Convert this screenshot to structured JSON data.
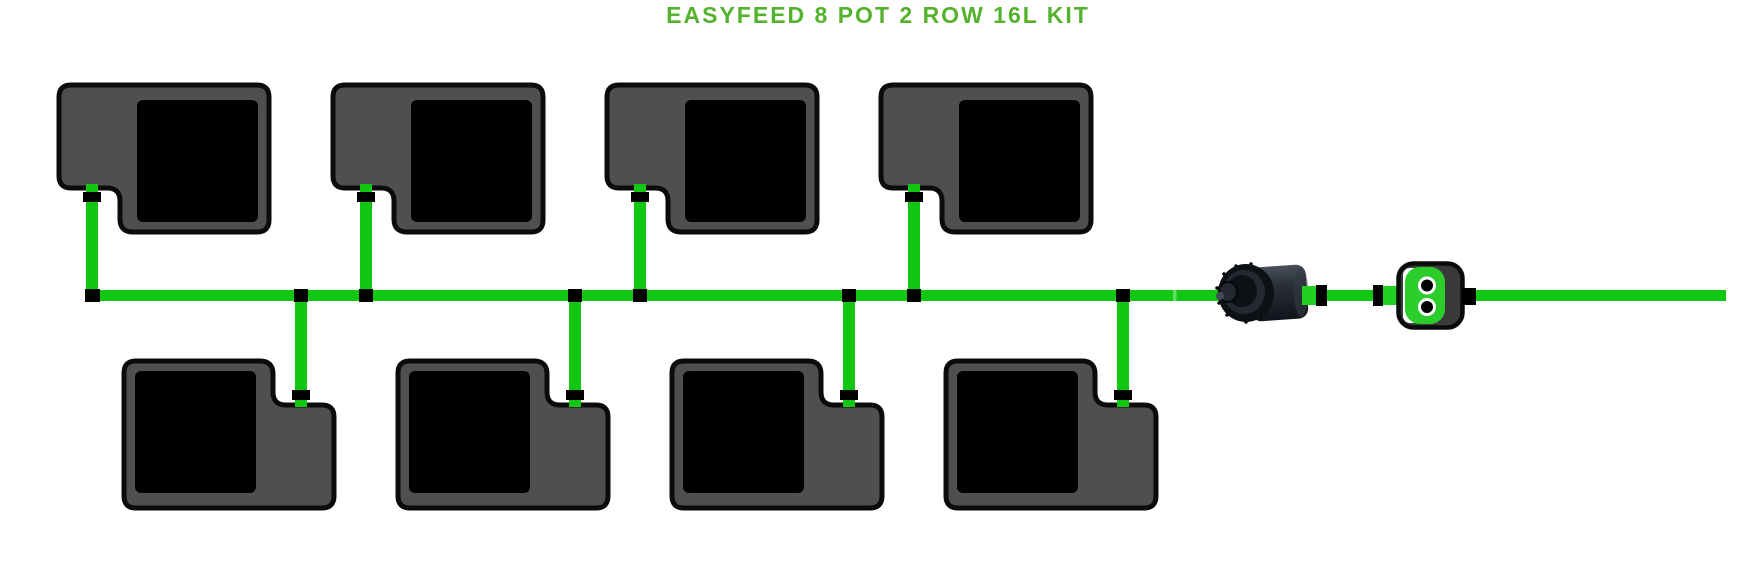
{
  "title": {
    "text": "EASYFEED 8 POT 2 ROW 16L KIT"
  },
  "colors": {
    "title_green": "#55b22d",
    "tube_green": "#12c712",
    "stub_green": "#22d022",
    "seam_green": "#63dc63",
    "valve_green": "#2bcd2b",
    "valve_body_gray": "#3a3a3a",
    "pot_gray": "#4f4f4f",
    "pot_hole_black": "#000000",
    "outline_black": "#0b0b0b",
    "connector_black": "#000000",
    "white": "#ffffff",
    "pump_dark": "#0d1015",
    "pump_mid": "#232831",
    "pump_light": "#454c57"
  },
  "diagram": {
    "kit_name": "EASYFEED 8 POT 2 ROW 16L KIT",
    "pot_count": 8,
    "row_count": 2,
    "pots_per_row": 4,
    "icons": {
      "pot": "pot-tray-icon",
      "pump": "inline-pump-icon",
      "valve": "dual-outlet-valve-icon",
      "tube": "feed-tube",
      "tee": "tee-connector",
      "elbow": "elbow-connector"
    }
  }
}
